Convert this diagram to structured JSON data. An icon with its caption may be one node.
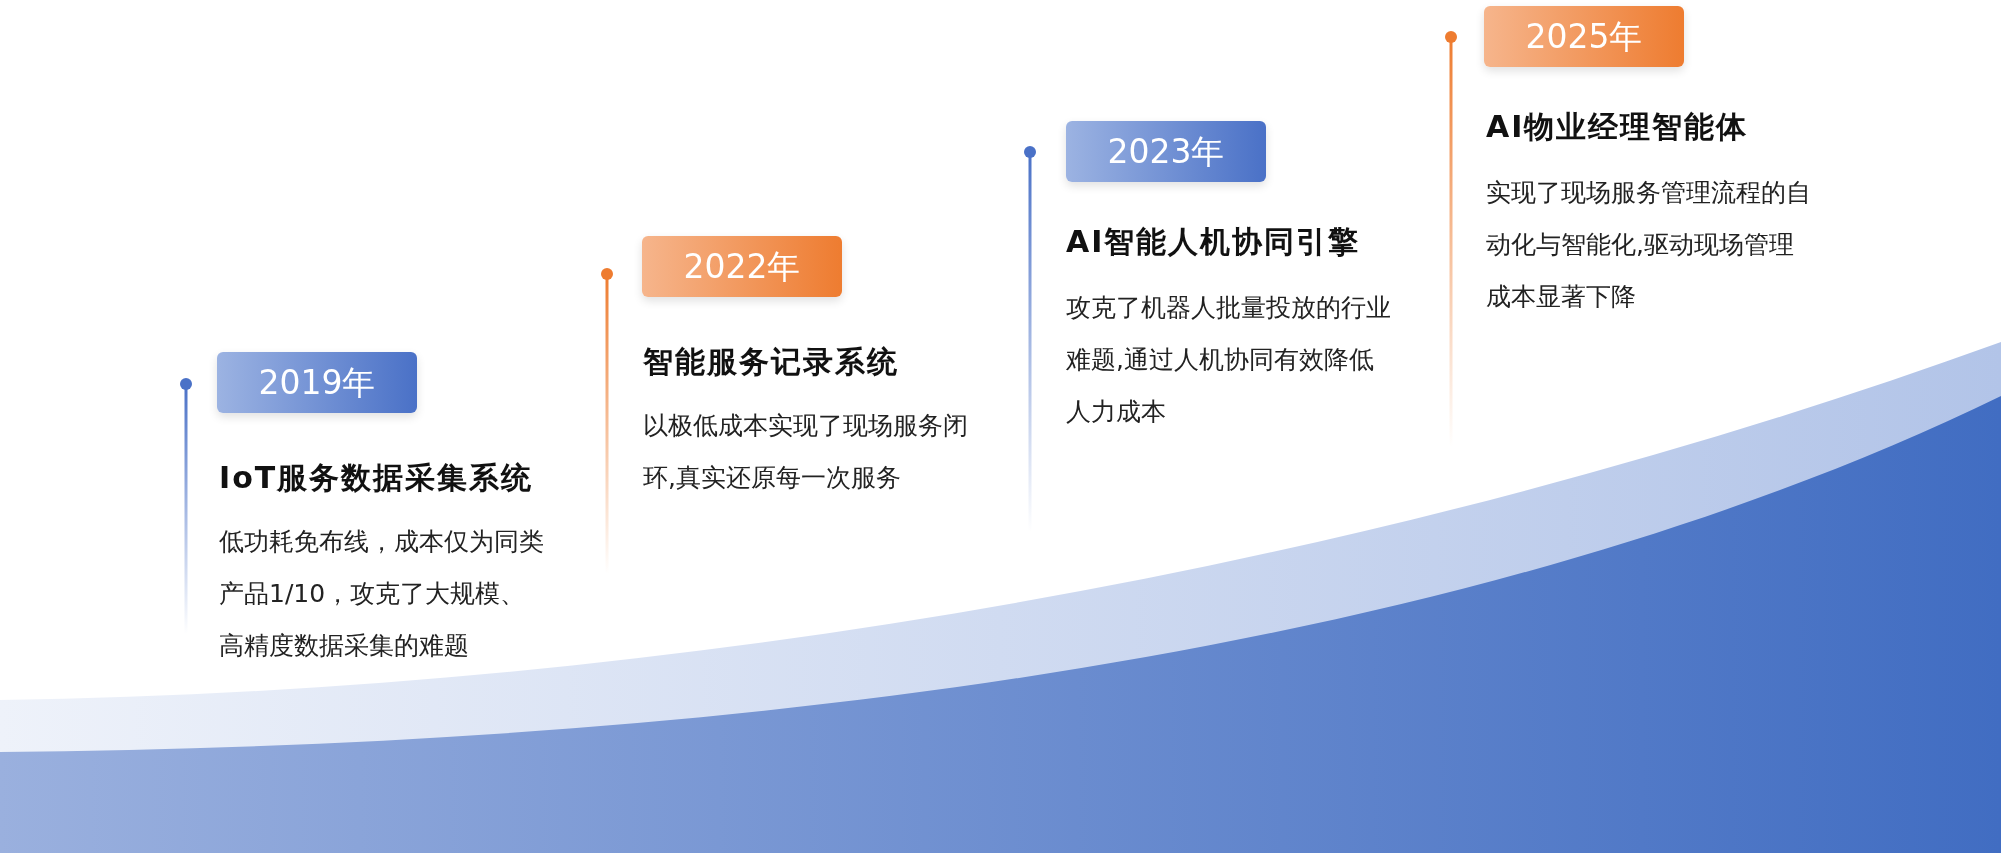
{
  "diagram": {
    "nodes": [
      {
        "text": [
          "2019年"
        ],
        "beside": [
          "IoT服务数据采集系统",
          "低功耗免布线，成本仅为同类产品1/10，攻克了大规模、高精度数据采集的难题"
        ]
      },
      {
        "text": [
          "2022年"
        ],
        "beside": [
          "智能服务记录系统",
          "以极低成本实现了现场服务闭环,真实还原每一次服务"
        ]
      },
      {
        "text": [
          "2023年"
        ],
        "beside": [
          "AI智能人机协同引擎",
          "攻克了机器人批量投放的行业难题,通过人机协同有效降低人力成本"
        ]
      },
      {
        "text": [
          "2025年"
        ],
        "beside": [
          "AI物业经理智能体",
          "实现了现场服务管理流程的自动化与智能化,驱动现场管理成本显著下降"
        ]
      }
    ]
  }
}
